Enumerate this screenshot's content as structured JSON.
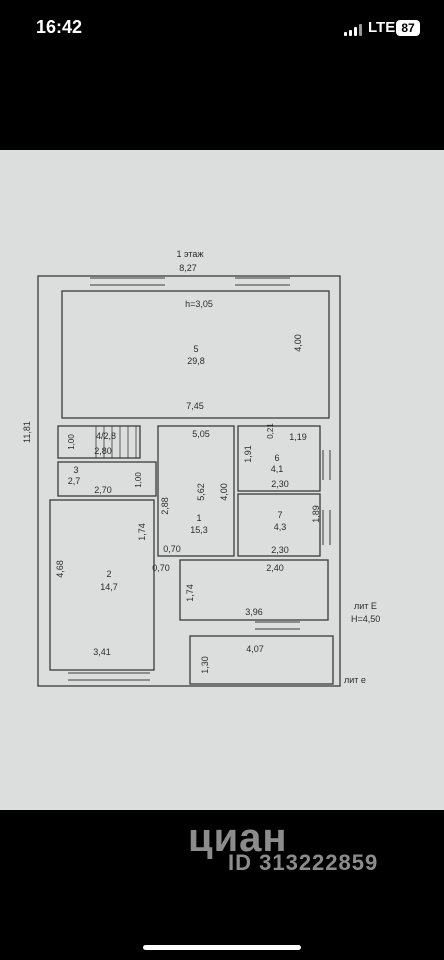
{
  "status_bar": {
    "time": "16:42",
    "network": "LTE",
    "battery": "87"
  },
  "plan": {
    "floor_title": "1 этаж",
    "overall_width": "8,27",
    "overall_height": "11,81",
    "ceiling_height": "h=3,05",
    "lit_label": "лит Е",
    "lit_height": "H=4,50",
    "lit_small": "лит е",
    "rooms": [
      {
        "number": "5",
        "area": "29,8"
      },
      {
        "number": "4",
        "area": "2,8"
      },
      {
        "number": "3",
        "area": "2,7"
      },
      {
        "number": "1",
        "area": "15,3"
      },
      {
        "number": "6",
        "area": "4,1"
      },
      {
        "number": "7",
        "area": "4,3"
      },
      {
        "number": "2",
        "area": "14,7"
      }
    ],
    "dims": {
      "r5_height": "4,00",
      "r5_width": "7,45",
      "corr_width": "5,05",
      "r4_height": "1,00",
      "r4_width": "2,80",
      "r3_height": "1,00",
      "r3_width": "2,70",
      "hall_left": "2,88",
      "hall_mid": "5,62",
      "hall_right": "4,00",
      "r6_a": "0,21",
      "r6_b": "1,19",
      "r6_c": "1,91",
      "r6_width": "2,30",
      "r7_height": "1,89",
      "r7_width": "2,30",
      "r2_a": "1,74",
      "r2_b": "0,70",
      "r2_c": "0,70",
      "r2_height": "4,68",
      "r2_width": "3,41",
      "stair_h": "1,74",
      "kitchen_w": "2,40",
      "kitchen_bottom": "3,96",
      "porch_w": "4,07",
      "porch_h": "1,30"
    }
  },
  "watermark": {
    "brand": "циан",
    "listing_id": "ID 313222859"
  }
}
